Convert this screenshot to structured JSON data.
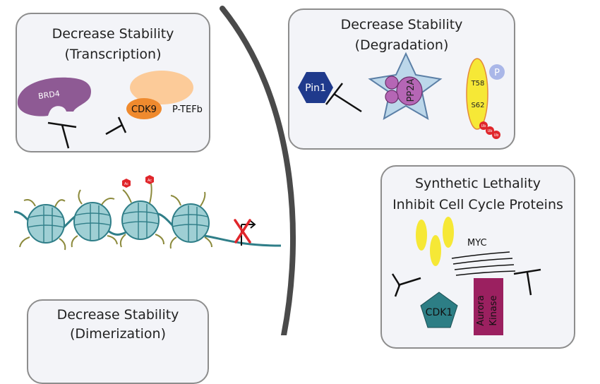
{
  "panels": {
    "transcription": {
      "title_line1": "Decrease Stability",
      "title_line2": "(Transcription)"
    },
    "degradation": {
      "title_line1": "Decrease Stability",
      "title_line2": "(Degradation)"
    },
    "synthetic": {
      "title_line1": "Synthetic Lethality",
      "title_line2": "Inhibit Cell Cycle Proteins"
    },
    "dimerization": {
      "title_line1": "Decrease Stability",
      "title_line2": "(Dimerization)"
    }
  },
  "labels": {
    "brd4": "BRD4",
    "cdk9": "CDK9",
    "ptefb": "P-TEFb",
    "pin1": "Pin1",
    "pp2a": "PP2A",
    "p": "P",
    "t58": "T58",
    "s62": "S62",
    "ub": "Ub",
    "ac": "Ac",
    "myc": "MYC",
    "cdk1": "CDK1",
    "aurora_line1": "Aurora",
    "aurora_line2": "Kinase"
  },
  "colors": {
    "brd4": "#8e5a94",
    "cdk9": "#ef8a2e",
    "ptefb": "#fccb99",
    "pin1": "#1f3a8c",
    "pp2a_star": "#bcd7ea",
    "pp2a_body": "#b566b5",
    "phospho": "#aab7e8",
    "yellow": "#f6e836",
    "ub": "#e0262b",
    "cdk1": "#2d7e85",
    "aurora": "#9b2060",
    "nucleosome": "#9fcfd4",
    "dna": "#2f7e88",
    "tail": "#8c8a3c",
    "block": "#e0262b",
    "divider": "#4a4a4a"
  }
}
